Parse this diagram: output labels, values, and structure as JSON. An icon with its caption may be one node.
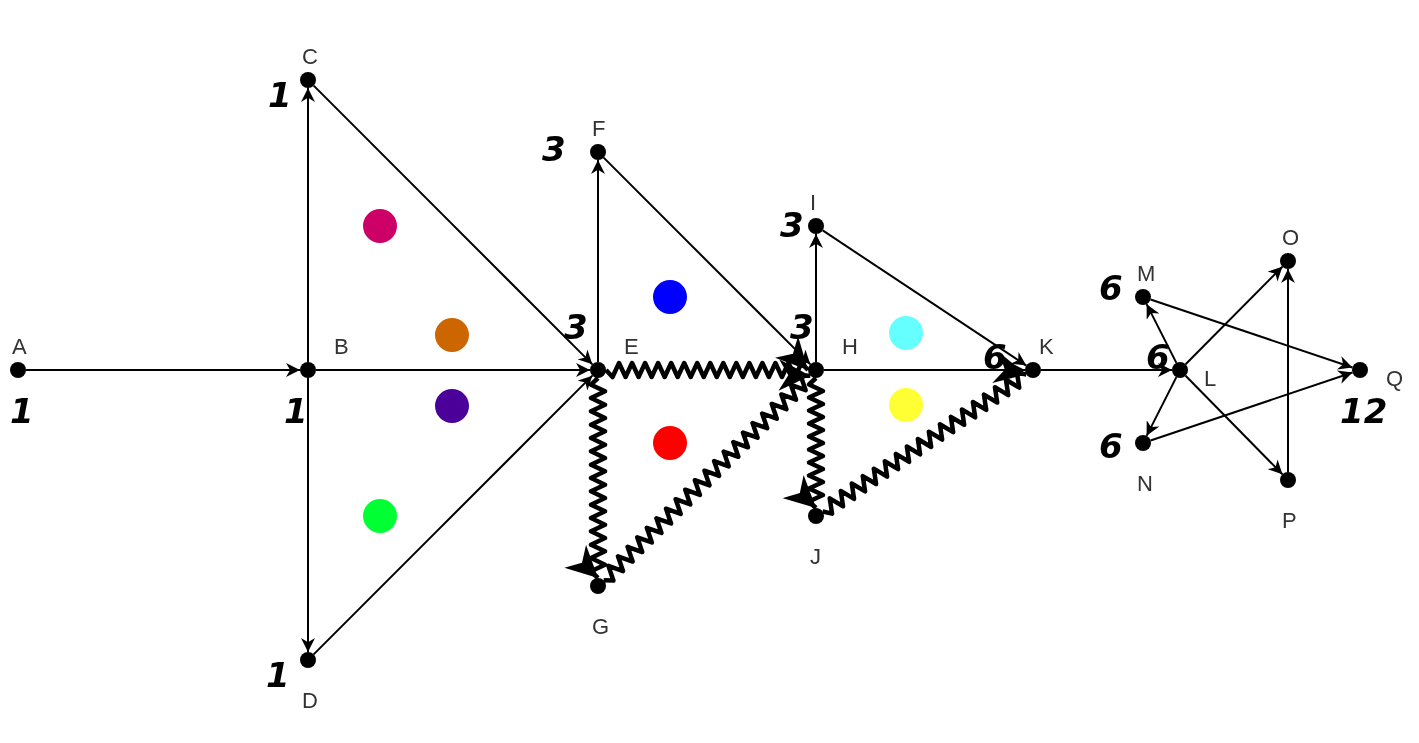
{
  "diagram": {
    "nodes": [
      {
        "text": [
          "A"
        ],
        "beside": [
          "1"
        ]
      },
      {
        "text": [
          "B"
        ],
        "beside": [
          "1"
        ]
      },
      {
        "text": [
          "C"
        ],
        "beside": [
          "1"
        ]
      },
      {
        "text": [
          "D"
        ],
        "beside": [
          "1"
        ]
      },
      {
        "text": [
          "E"
        ],
        "beside": [
          "3"
        ]
      },
      {
        "text": [
          "F"
        ],
        "beside": [
          "3"
        ]
      },
      {
        "text": [
          "G"
        ]
      },
      {
        "text": [
          "H"
        ],
        "beside": [
          "3"
        ]
      },
      {
        "text": [
          "I"
        ],
        "beside": [
          "3"
        ]
      },
      {
        "text": [
          "J"
        ]
      },
      {
        "text": [
          "K"
        ],
        "beside": [
          "6"
        ]
      },
      {
        "text": [
          "L"
        ],
        "beside": [
          "6"
        ]
      },
      {
        "text": [
          "M"
        ],
        "beside": [
          "6"
        ]
      },
      {
        "text": [
          "N"
        ],
        "beside": [
          "6"
        ]
      },
      {
        "text": [
          "O"
        ]
      },
      {
        "text": [
          "P"
        ]
      },
      {
        "text": [
          "Q"
        ],
        "beside": [
          "12"
        ]
      }
    ],
    "edges": [
      {
        "from": 0,
        "to": 1,
        "arrow": "to"
      },
      {
        "from": 1,
        "to": 2,
        "arrow": "to"
      },
      {
        "from": 1,
        "to": 3,
        "arrow": "to"
      },
      {
        "from": 1,
        "to": 4,
        "arrow": "to"
      },
      {
        "from": 2,
        "to": 4,
        "arrow": "to"
      },
      {
        "from": 3,
        "to": 4,
        "arrow": "to"
      },
      {
        "from": 4,
        "to": 5,
        "arrow": "to"
      },
      {
        "from": 4,
        "to": 6,
        "arrow": "to",
        "style": "thick"
      },
      {
        "from": 4,
        "to": 7,
        "arrow": "to",
        "style": "thick"
      },
      {
        "from": 5,
        "to": 7,
        "arrow": "to"
      },
      {
        "from": 6,
        "to": 7,
        "arrow": "to",
        "style": "thick"
      },
      {
        "from": 7,
        "to": 8,
        "arrow": "to"
      },
      {
        "from": 7,
        "to": 9,
        "arrow": "to",
        "style": "thick"
      },
      {
        "from": 7,
        "to": 10,
        "arrow": "to"
      },
      {
        "from": 8,
        "to": 10,
        "arrow": "to"
      },
      {
        "from": 9,
        "to": 10,
        "arrow": "to",
        "style": "thick"
      },
      {
        "from": 10,
        "to": 11,
        "arrow": "to"
      },
      {
        "from": 11,
        "to": 12,
        "arrow": "to"
      },
      {
        "from": 11,
        "to": 13,
        "arrow": "to"
      },
      {
        "from": 11,
        "to": 14,
        "arrow": "to"
      },
      {
        "from": 11,
        "to": 15,
        "arrow": "to"
      },
      {
        "from": 12,
        "to": 16,
        "arrow": "to"
      },
      {
        "from": 13,
        "to": 16,
        "arrow": "to"
      },
      {
        "from": 15,
        "to": 14,
        "arrow": "to"
      }
    ]
  }
}
